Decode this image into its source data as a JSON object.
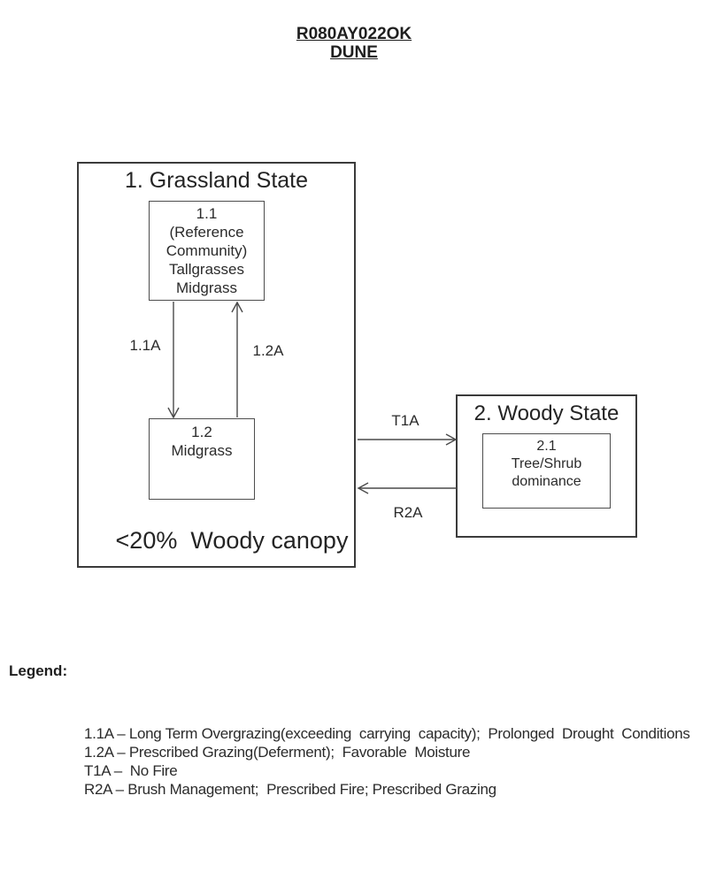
{
  "header": {
    "code": "R080AY022OK",
    "name": "DUNE"
  },
  "diagram": {
    "grassland_state": {
      "title": "1. Grassland State",
      "community_1_1": "1.1\n(Reference\nCommunity)\nTallgrasses\nMidgrass",
      "community_1_2": "1.2\nMidgrass",
      "pathway_down_label": "1.1A",
      "pathway_up_label": "1.2A",
      "canopy_note": "<20%  Woody canopy"
    },
    "woody_state": {
      "title": "2. Woody State",
      "community_2_1": "2.1\nTree/Shrub\ndominance"
    },
    "transition_label": "T1A",
    "restoration_label": "R2A"
  },
  "legend": {
    "heading": "Legend:",
    "entries": [
      "1.1A – Long Term Overgrazing(exceeding  carrying  capacity);  Prolonged  Drought  Conditions",
      "1.2A – Prescribed Grazing(Deferment);  Favorable  Moisture",
      "T1A –  No Fire",
      "R2A – Brush Management;  Prescribed Fire; Prescribed Grazing"
    ]
  }
}
